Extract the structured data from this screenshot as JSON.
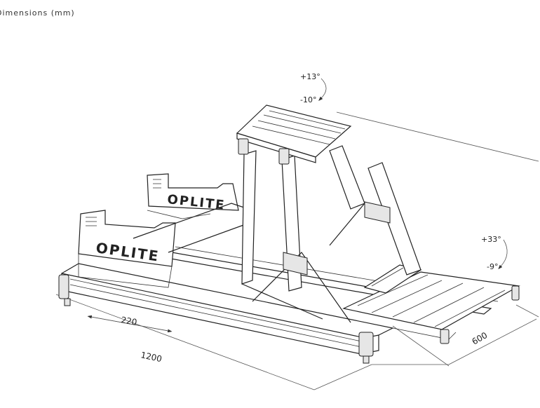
{
  "title": "Dimensions (mm)",
  "brand": "OPLITE",
  "dimensions": {
    "length": "1200",
    "slide": "220",
    "width": "600"
  },
  "angles": {
    "wheel_up": "+13°",
    "wheel_down": "-10°",
    "pedal_up": "+33°",
    "pedal_down": "-9°"
  }
}
